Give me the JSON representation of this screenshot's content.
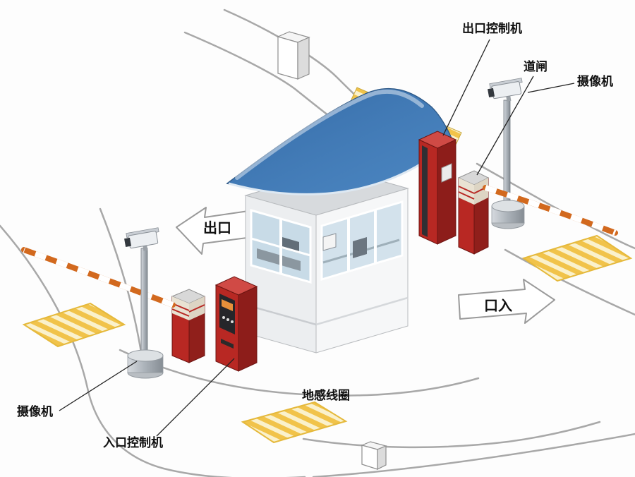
{
  "scene": {
    "background": "#fdfdfd",
    "labels": {
      "exit_controller": "出口控制机",
      "barrier_gate": "道闸",
      "camera_right": "摄像机",
      "camera_left": "摄像机",
      "entry_controller": "入口控制机",
      "ground_loop": "地感线圈"
    },
    "road_markings": {
      "exit": "出口",
      "entry": "口入"
    },
    "colors": {
      "canopy_blue": "#3a76b4",
      "machine_red": "#b82823",
      "machine_red_dark": "#8d1d1a",
      "machine_red_top": "#d04a45",
      "barrier_arm_orange": "#d2691e",
      "ground_loop_yellow": "#f1c34a",
      "ground_loop_cream": "#faf1cc",
      "road_gray": "#a8a8a8",
      "glass_blue": "#cfe0ea"
    }
  }
}
